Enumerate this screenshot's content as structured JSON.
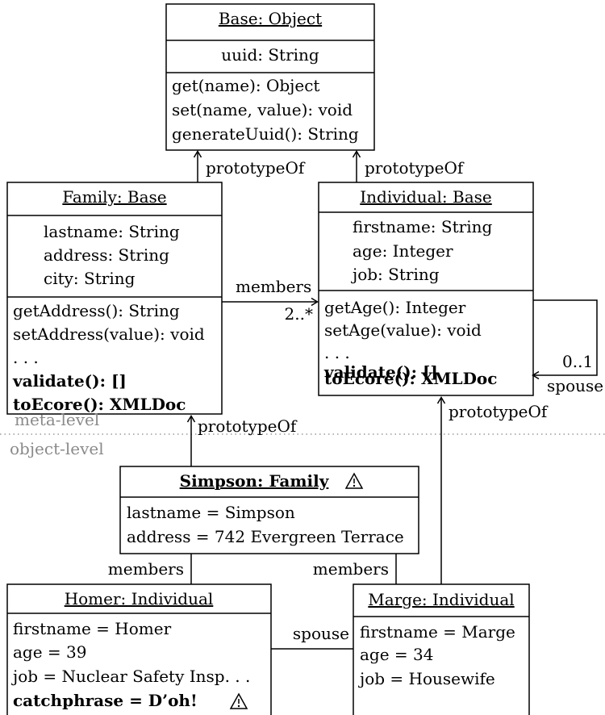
{
  "levels": {
    "meta": "meta-level",
    "object": "object-level"
  },
  "classes": {
    "base": {
      "title": "Base: Object",
      "attributes": [
        "uuid: String"
      ],
      "methods": [
        "get(name): Object",
        "set(name, value): void",
        "generateUuid(): String"
      ]
    },
    "family": {
      "title": "Family: Base",
      "attributes": [
        "lastname: String",
        "address: String",
        "city: String"
      ],
      "methods": [
        "getAddress(): String",
        "setAddress(value): void",
        ". . .",
        "validate(): []",
        "toEcore(): XMLDoc"
      ]
    },
    "individual": {
      "title": "Individual: Base",
      "attributes": [
        "firstname: String",
        "age: Integer",
        "job: String"
      ],
      "methods": [
        "getAge(): Integer",
        "setAge(value): void",
        ". . .",
        "validate(): []",
        "toEcore(): XMLDoc"
      ]
    }
  },
  "objects": {
    "simpson": {
      "title": "Simpson: Family",
      "warning_icon": "warning-icon",
      "slots": [
        "lastname = Simpson",
        "address = 742 Evergreen Terrace"
      ]
    },
    "homer": {
      "title": "Homer: Individual",
      "slots": [
        "firstname = Homer",
        "age = 39",
        "job = Nuclear Safety Insp. . ."
      ],
      "extra_slot": "catchphrase = D’oh!",
      "warning_icon": "warning-icon"
    },
    "marge": {
      "title": "Marge: Individual",
      "slots": [
        "firstname = Marge",
        "age = 34",
        "job = Housewife"
      ]
    }
  },
  "edges": {
    "prototype_of": "prototypeOf",
    "members": "members",
    "members_multiplicity": "2..*",
    "spouse": "spouse",
    "spouse_multiplicity": "0..1"
  }
}
